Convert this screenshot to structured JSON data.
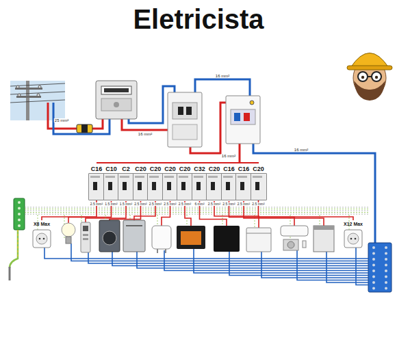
{
  "diagram": {
    "title": "Eletricista",
    "nodes": [
      {
        "text": [
          "C16"
        ]
      },
      {
        "text": [
          "C10"
        ]
      },
      {
        "text": [
          "C2"
        ]
      },
      {
        "text": [
          "C20"
        ]
      },
      {
        "text": [
          "C20"
        ]
      },
      {
        "text": [
          "C20"
        ]
      },
      {
        "text": [
          "C20"
        ]
      },
      {
        "text": [
          "C32"
        ]
      },
      {
        "text": [
          "C20"
        ]
      },
      {
        "text": [
          "C16"
        ]
      },
      {
        "text": [
          "C16"
        ]
      },
      {
        "text": [
          "C20"
        ]
      },
      {
        "text": [
          "X8 Max"
        ]
      },
      {
        "text": [
          "X12 Max"
        ]
      }
    ],
    "edges": [
      {
        "from": 0,
        "to": 12,
        "arrow": "none"
      },
      {
        "from": 11,
        "to": 13,
        "arrow": "none"
      }
    ],
    "labels": [
      "25 mm²",
      "16 mm²",
      "16 mm²",
      "16 mm²",
      "16 mm²",
      "2.5 mm²",
      "1.5 mm²",
      "1.5 mm²",
      "2.5 mm²",
      "2.5 mm²",
      "2.5 mm²",
      "2.5 mm²",
      "6 mm²",
      "2.5 mm²",
      "2.5 mm²",
      "2.5 mm²",
      "2.5 mm²"
    ]
  }
}
